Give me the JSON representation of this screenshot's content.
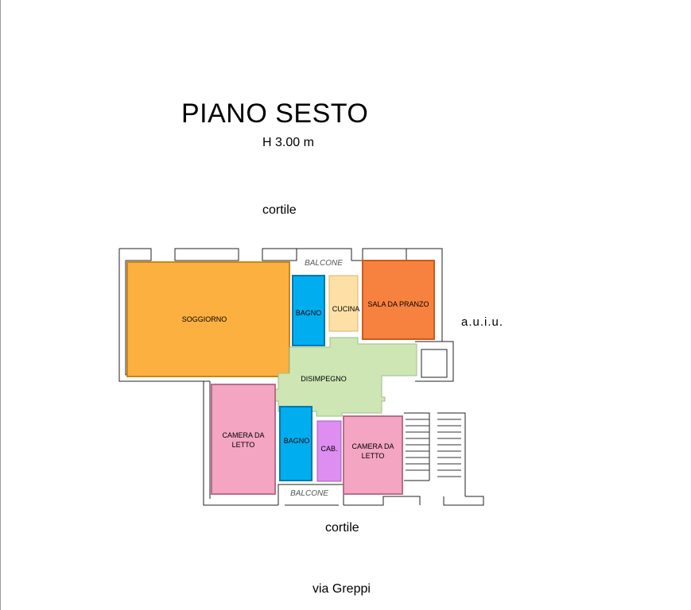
{
  "plan": {
    "title": "PIANO SESTO",
    "height_note": "H 3.00 m",
    "courtyard_top": "cortile",
    "courtyard_bottom": "cortile",
    "neighbour_label": "a.u.i.u.",
    "street": "via Greppi"
  },
  "rooms": {
    "soggiorno": "SOGGIORNO",
    "bagno_top": "BAGNO",
    "cucina": "CUCINA",
    "sala_pranzo": "SALA DA PRANZO",
    "disimpegno": "DISIMPEGNO",
    "camera_left": [
      "CAMERA DA",
      "LETTO"
    ],
    "bagno_bottom": "BAGNO",
    "cabina": "CAB.",
    "camera_right": [
      "CAMERA DA",
      "LETTO"
    ],
    "balcone_top": "BALCONE",
    "balcone_bottom": "BALCONE"
  },
  "colors": {
    "soggiorno": "#fbb040",
    "bagno": "#00aeef",
    "cucina": "#fde0a6",
    "sala_pranzo": "#f7813e",
    "disimpegno": "#cde6b4",
    "camera": "#f3a5c2",
    "cabina": "#de8ef0"
  }
}
